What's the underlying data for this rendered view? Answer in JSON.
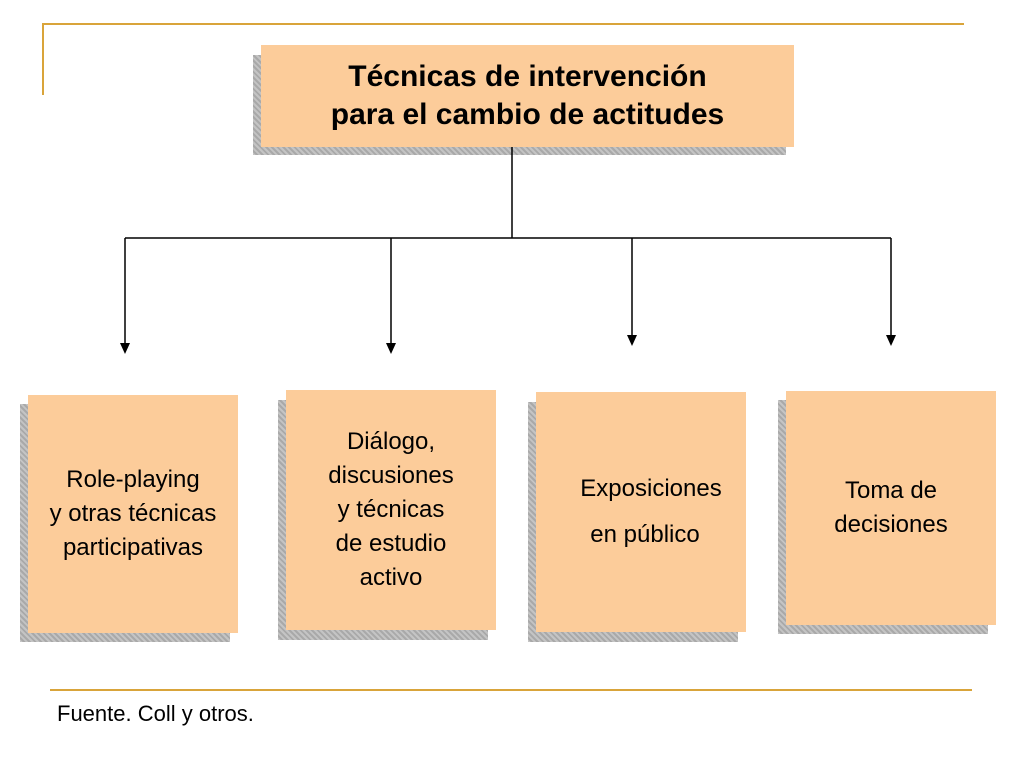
{
  "title": {
    "line1": "Técnicas de intervención",
    "line2": "para el cambio de actitudes"
  },
  "nodes": [
    {
      "lines": [
        "Role-playing",
        "y otras técnicas",
        "participativas"
      ]
    },
    {
      "lines": [
        "Diálogo,",
        "discusiones",
        "y técnicas",
        "de estudio",
        "activo"
      ]
    },
    {
      "lines": [
        "Exposiciones",
        "en público"
      ]
    },
    {
      "lines": [
        "Toma de",
        "decisiones"
      ]
    }
  ],
  "source": "Fuente. Coll y otros.",
  "colors": {
    "box_fill": "#fccc9a",
    "accent_rule": "#d9a43a",
    "connector": "#000000"
  }
}
